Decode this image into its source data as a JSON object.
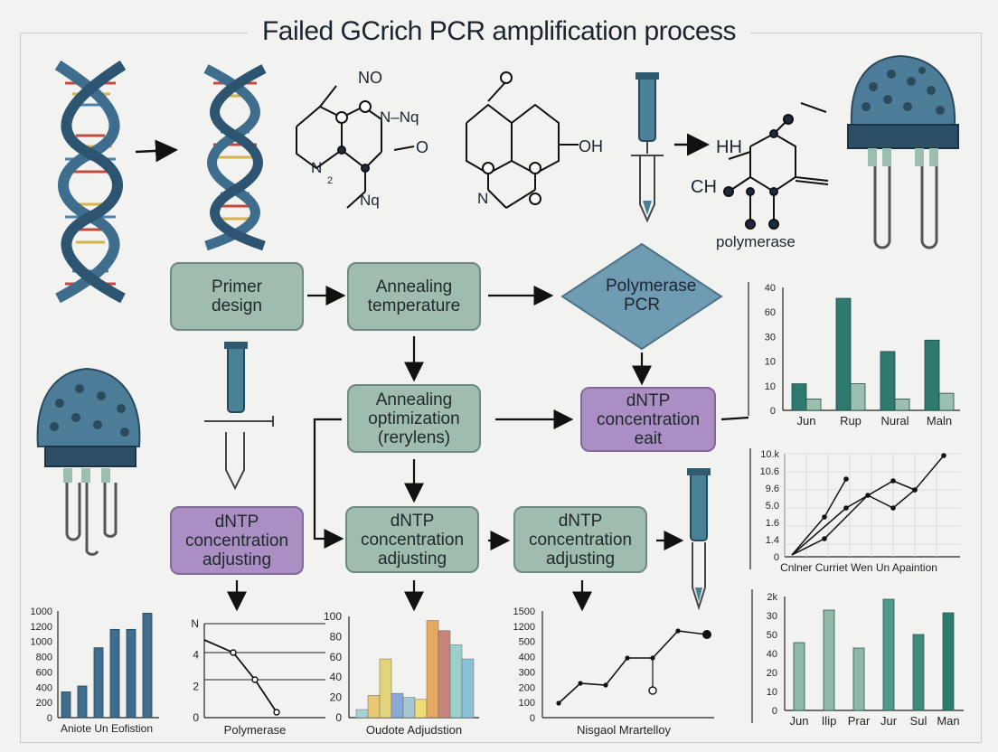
{
  "title": "Failed GCrich PCR amplification process",
  "boxes": {
    "primer": "Primer design",
    "annealing_temp": "Annealing temperature",
    "polymerase_pcr": "Polymerase PCR",
    "annealing_opt": "Annealing optimization (rerylens)",
    "dntp_eait": "dNTP concentration eait",
    "dntp_left": "dNTP concentration adjusting",
    "dntp_mid": "dNTP concentration adjusting",
    "dntp_right": "dNTP concentration adjusting"
  },
  "chem_labels": {
    "no": "NO",
    "nq1": "N–Nq",
    "n_left": "N",
    "o1": "O",
    "nq2": "Nq",
    "sub2": "2",
    "oh": "OH",
    "n_ring": "N",
    "hh": "HH",
    "ch": "CH",
    "polymerase": "polymerase"
  },
  "chart_data": [
    {
      "type": "bar",
      "categories": [
        "Jun",
        "Rup",
        "Nural",
        "Maln"
      ],
      "series": [
        {
          "values": [
            14,
            59,
            31,
            37
          ],
          "color": "#2f7a6e"
        },
        {
          "values": [
            6,
            14,
            6,
            9
          ],
          "color": "#9dbfb0"
        }
      ],
      "yticks": [
        "40",
        "60",
        "30",
        "10",
        "10",
        "0"
      ]
    },
    {
      "type": "line",
      "xlabel": "Cnlner Curriet Wen Un Apaintion",
      "yticks": [
        "10.k",
        "10.6",
        "9.6",
        "5.0",
        "1.6",
        "1.4",
        "0"
      ]
    },
    {
      "type": "bar",
      "categories": [
        "Jun",
        "Ilip",
        "Prar",
        "Jur",
        "Sul",
        "Man"
      ],
      "values": [
        25,
        37,
        23,
        41,
        28,
        36
      ],
      "yticks": [
        "2k",
        "30",
        "50",
        "40",
        "20",
        "10",
        "0"
      ]
    },
    {
      "type": "bar",
      "values": [
        350,
        430,
        950,
        1200,
        1200,
        1420
      ],
      "yticks": [
        "1000",
        "1200",
        "1000",
        "800",
        "600",
        "400",
        "200",
        "0"
      ],
      "xlabel": "Aniote Un Eofistion"
    },
    {
      "type": "line",
      "xlabel": "Polymerase",
      "yticks": [
        "N",
        "4",
        "2",
        "0"
      ]
    },
    {
      "type": "bar",
      "values": [
        8,
        22,
        58,
        24,
        20,
        18,
        96,
        86,
        72,
        58
      ],
      "yticks": [
        "100",
        "80",
        "60",
        "40",
        "20",
        "0"
      ],
      "xlabel": "Oudote Adjudstion"
    },
    {
      "type": "line",
      "xlabel": "Nisgaol Mrartelloy",
      "yticks": [
        "1500",
        "1200",
        "500",
        "400",
        "300",
        "200",
        "100",
        "0"
      ]
    }
  ]
}
